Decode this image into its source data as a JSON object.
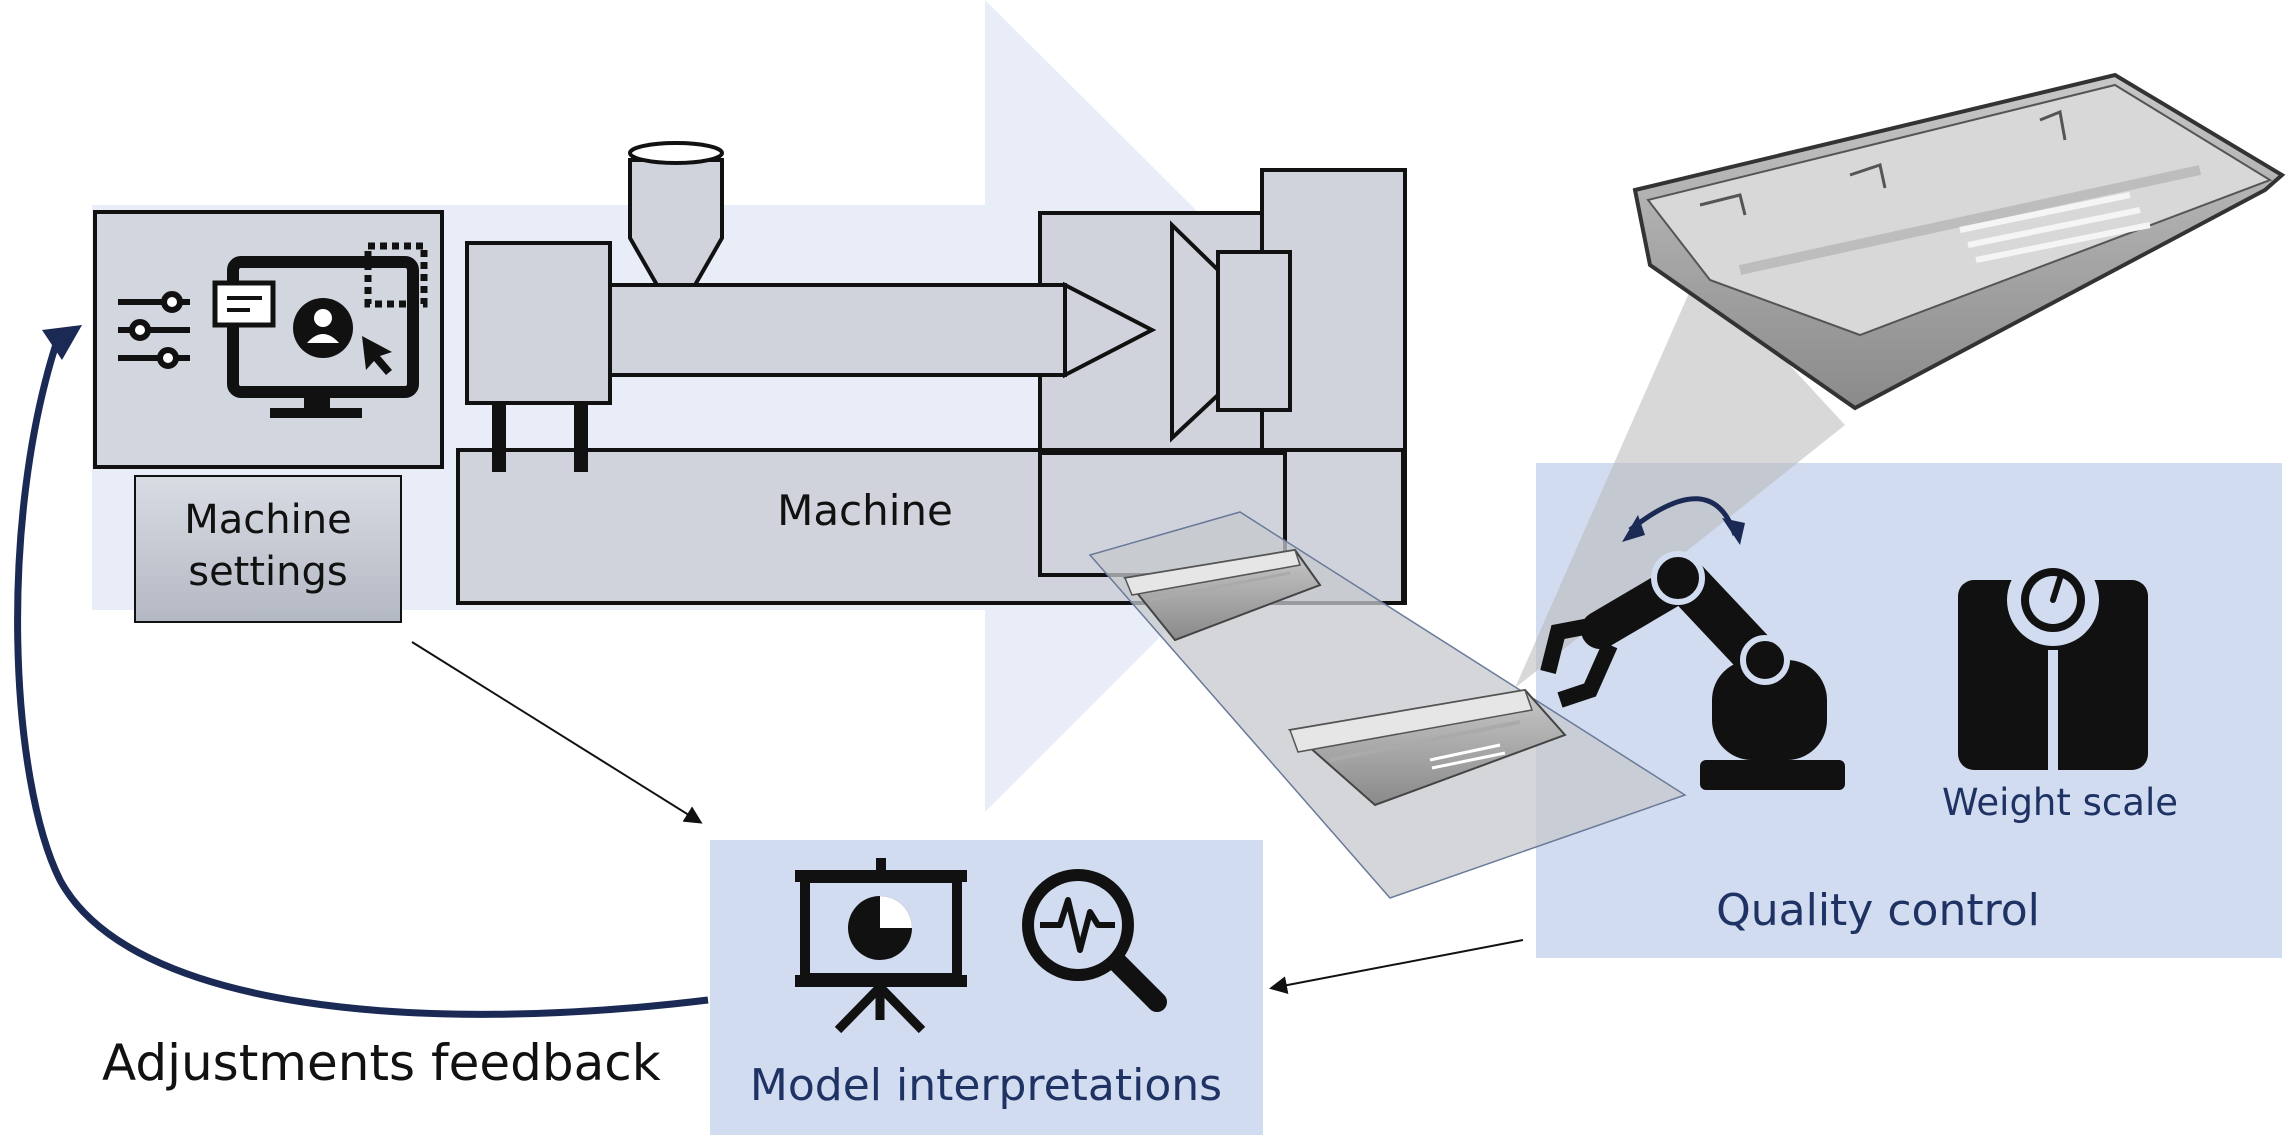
{
  "labels": {
    "machine": "Machine",
    "machine_settings_line1": "Machine",
    "machine_settings_line2": "settings",
    "weight_scale": "Weight scale",
    "quality_control": "Quality control",
    "model_interpretations": "Model interpretations",
    "adjustments_feedback": "Adjustments feedback"
  },
  "icons": {
    "settings_monitor": "settings-monitor-icon",
    "robot_arm": "robot-arm-icon",
    "weight_scale": "weight-scale-icon",
    "presentation_chart": "presentation-chart-icon",
    "signal_magnifier": "signal-magnifier-icon"
  },
  "colors": {
    "flow_arrow": "#e8edf7",
    "panel_blue": "#d2dcf0",
    "machine_gray": "#d0d3dc",
    "outline": "#111111",
    "navy": "#1a2a55",
    "label_navy": "#1f3264",
    "part_gray": "#9a9a9a"
  }
}
